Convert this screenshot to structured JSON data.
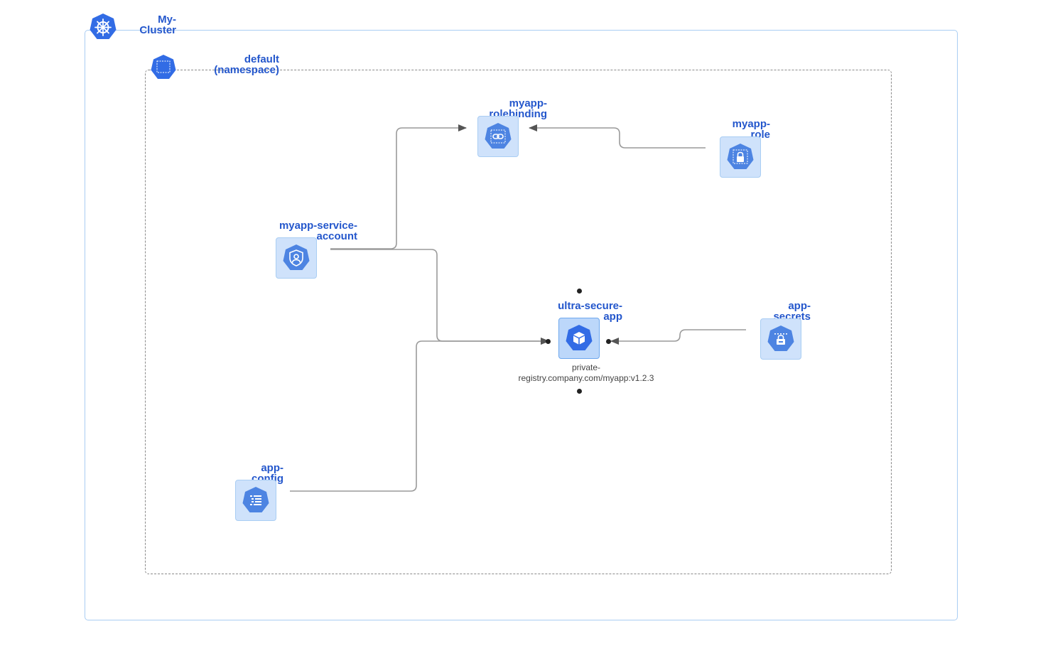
{
  "cluster": {
    "label": "My-\nCluster"
  },
  "namespace": {
    "label": "default\n(namespace)"
  },
  "nodes": {
    "rolebinding": {
      "label": "myapp-\nrolebinding",
      "icon": "rolebinding-link-icon"
    },
    "role": {
      "label": "myapp-\nrole",
      "icon": "role-lock-icon"
    },
    "service_account": {
      "label": "myapp-service-\naccount",
      "icon": "service-account-user-icon"
    },
    "deployment": {
      "label": "ultra-secure-\napp",
      "image": "private-\nregistry.company.com/myapp:v1.2.3",
      "icon": "deployment-cube-icon"
    },
    "secrets": {
      "label": "app-\nsecrets",
      "icon": "secret-lock-icon"
    },
    "config": {
      "label": "app-\nconfig",
      "icon": "configmap-list-icon"
    }
  },
  "colors": {
    "accent": "#326ce5",
    "label": "#2457cc",
    "node_fill": "#cfe2fb",
    "node_border": "#a9cdf3",
    "edge": "#9a9a9a"
  }
}
